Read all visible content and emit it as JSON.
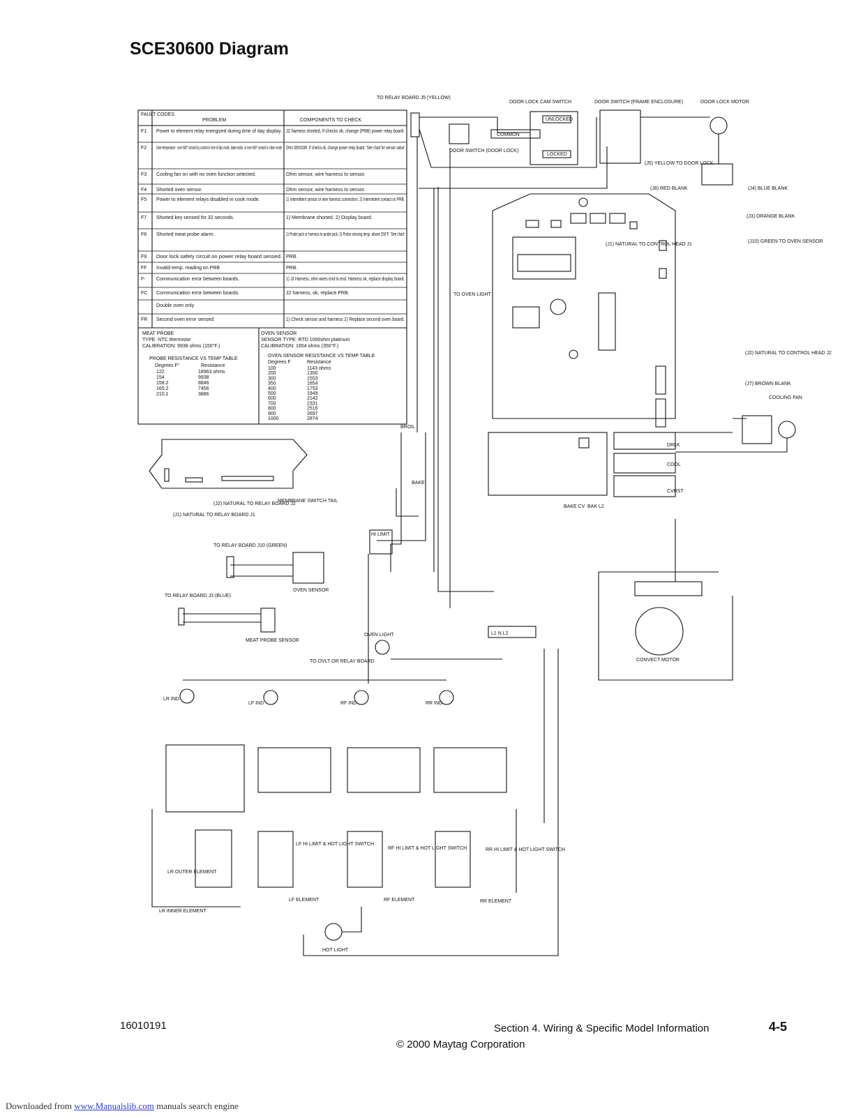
{
  "title": "SCE30600  Diagram",
  "fault_table": {
    "headers": [
      "FAULT CODES",
      "PROBLEM",
      "COMPONENTS TO CHECK"
    ],
    "rows": [
      {
        "code": "F1",
        "problem": "Power to element relay energized during time of day display.",
        "check": "J2 harness shorted, If checks ok, change (PRB) power relay board."
      },
      {
        "code": "F2",
        "problem": "Over temperature : over 680° sensed by control in time of day mode, bake mode, or over 960° sensed in clean mode",
        "check": "Ohm SENSOR. If checks ok, change power relay board. 'See chart for sensor value'"
      },
      {
        "code": "F3",
        "problem": "Cooling fan on with no oven function selected.",
        "check": "Ohm sensor, wire harness to sensor."
      },
      {
        "code": "F4",
        "problem": "Shorted oven sensor.",
        "check": "Ohm sensor, wire harness to sensor."
      },
      {
        "code": "F5",
        "problem": "Power to element relays disabled in cook mode.",
        "check": "1) Intermittent sensor or wire harness connection. 2) Intermittent contact on PRB."
      },
      {
        "code": "F7",
        "problem": "Shorted key sensed for 32 seconds.",
        "check": "1) Membrane shorted. 2) Display board."
      },
      {
        "code": "F8",
        "problem": "Shorted meat probe alarm.",
        "check": "1) Probe jack or harness to probe jack. 2) Probe sensing temp. above 250°F. 'See chart'"
      },
      {
        "code": "F9",
        "problem": "Door lock safety circuit on power relay board sensed.",
        "check": "PRB."
      },
      {
        "code": "FF",
        "problem": "Invalid temp. reading on PRB",
        "check": "PRB."
      },
      {
        "code": "F-",
        "problem": "Communication error between boards.",
        "check": "1) J2 Harness, ohm wires end to end. Harness ok, replace display board."
      },
      {
        "code": "FC",
        "problem": "Communication error between boards.",
        "check": "J2 harness, ok, replace PRB."
      },
      {
        "code": "",
        "problem": "Double oven only",
        "check": ""
      },
      {
        "code": "FR",
        "problem": "Second oven error sensed",
        "check": "1) Check sensor and harness 2) Replace second oven board."
      }
    ]
  },
  "meat_probe": {
    "heading": "MEAT PROBE",
    "type": "TYPE:      NTC thermistor",
    "calibration": "CALIBRATION:  9938 ohms  (150°F.)",
    "table_title": "PROBE RESISTANCE VS TEMP TABLE",
    "col_headers": [
      "Degrees F°",
      "Resistance"
    ],
    "rows": [
      [
        "122",
        "18963 ohms"
      ],
      [
        "154",
        "9938"
      ],
      [
        "158.2",
        "8846"
      ],
      [
        "165.2",
        "7456"
      ],
      [
        "210.1",
        "3886"
      ]
    ]
  },
  "oven_sensor": {
    "heading": "OVEN SENSOR",
    "type": "SENSOR TYPE:   RTD 1000ohm platinum",
    "calibration": "CALIBRATION:   1654 ohms (350°F.)",
    "table_title": "OVEN SENSOR RESISTANCE VS TEMP TABLE",
    "col_headers": [
      "Degrees F",
      "Resistance"
    ],
    "rows": [
      [
        "100",
        "1143 ohms"
      ],
      [
        "200",
        "1350"
      ],
      [
        "300",
        "1553"
      ],
      [
        "350",
        "1654"
      ],
      [
        "400",
        "1753"
      ],
      [
        "500",
        "1949"
      ],
      [
        "600",
        "2142"
      ],
      [
        "700",
        "2331"
      ],
      [
        "800",
        "2516"
      ],
      [
        "900",
        "2697"
      ],
      [
        "1000",
        "2874"
      ]
    ]
  },
  "labels": {
    "to_relay_j5": "TO RELAY BOARD J5 (YELLOW)",
    "door_lock_cam": "DOOR LOCK CAM SWITCH",
    "door_switch_frame": "DOOR SWITCH (FRAME ENCLOSURE)",
    "door_lock_motor": "DOOR LOCK MOTOR",
    "unlocked": "UNLOCKED",
    "locked": "LOCKED",
    "common": "COMMON",
    "door_switch_lock": "DOOR SWITCH (DOOR LOCK)",
    "j5_yellow": "(J5) YELLOW TO DOOR LOCK",
    "j8_red": "(J8) RED BLANK",
    "j4_blue": "(J4) BLUE BLANK",
    "j3_orange": "(J3) ORANGE BLANK",
    "j10_green": "(J10) GREEN TO OVEN SENSOR",
    "j1_natural": "(J1) NATURAL TO CONTROL HEAD J1",
    "to_oven_light": "TO OVEN LIGHT",
    "j2_natural": "(J2) NATURAL TO CONTROL HEAD J2",
    "j7_brown": "(J7) BROWN BLANK",
    "cooling_fan": "COOLING FAN",
    "broil": "BROIL",
    "bake": "BAKE",
    "hi_limit": "HI LIMIT",
    "bake_cv": "BAKE CV",
    "bak_l2": "BAK L2",
    "drlk": "DRLK",
    "cool": "COOL",
    "cvrst": "CVRST",
    "j2_relay": "(J2) NATURAL TO RELAY BOARD J2",
    "j1_relay": "(J1) NATURAL TO RELAY BOARD J1",
    "membrane_tail": "MEMBRANE SWITCH TAIL",
    "to_relay_j10": "TO RELAY BOARD J10 (GREEN)",
    "oven_sensor": "OVEN SENSOR",
    "to_relay_j3": "TO RELAY BOARD J3 (BLUE)",
    "meat_probe_sensor": "MEAT PROBE SENSOR",
    "oven_light": "OVEN LIGHT",
    "to_ovlt": "TO OVLT OR RELAY BOARD",
    "convect_motor": "CONVECT MOTOR",
    "terminal_block": "L1  N  L2",
    "lr_ind": "LR IND",
    "lf_ind": "LF IND",
    "rf_ind": "RF IND",
    "rr_ind": "RR IND",
    "lf_switch": "LF HI LIMIT & HOT LIGHT SWITCH",
    "rf_switch": "RF HI LIMIT & HOT LIGHT SWITCH",
    "rr_switch": "RR HI LIMIT & HOT LIGHT SWITCH",
    "lr_outer": "LR OUTER ELEMENT",
    "lr_inner": "LR INNER ELEMENT",
    "lf_element": "LF ELEMENT",
    "rf_element": "RF ELEMENT",
    "rr_element": "RR ELEMENT",
    "hot_light": "HOT LIGHT"
  },
  "footer": {
    "doc_number": "16010191",
    "section": "Section 4.   Wiring & Specific Model Information",
    "page": "4-5",
    "copyright": "© 2000 Maytag Corporation",
    "download_prefix": "Downloaded from ",
    "download_link": "www.Manualslib.com",
    "download_suffix": " manuals search engine"
  }
}
